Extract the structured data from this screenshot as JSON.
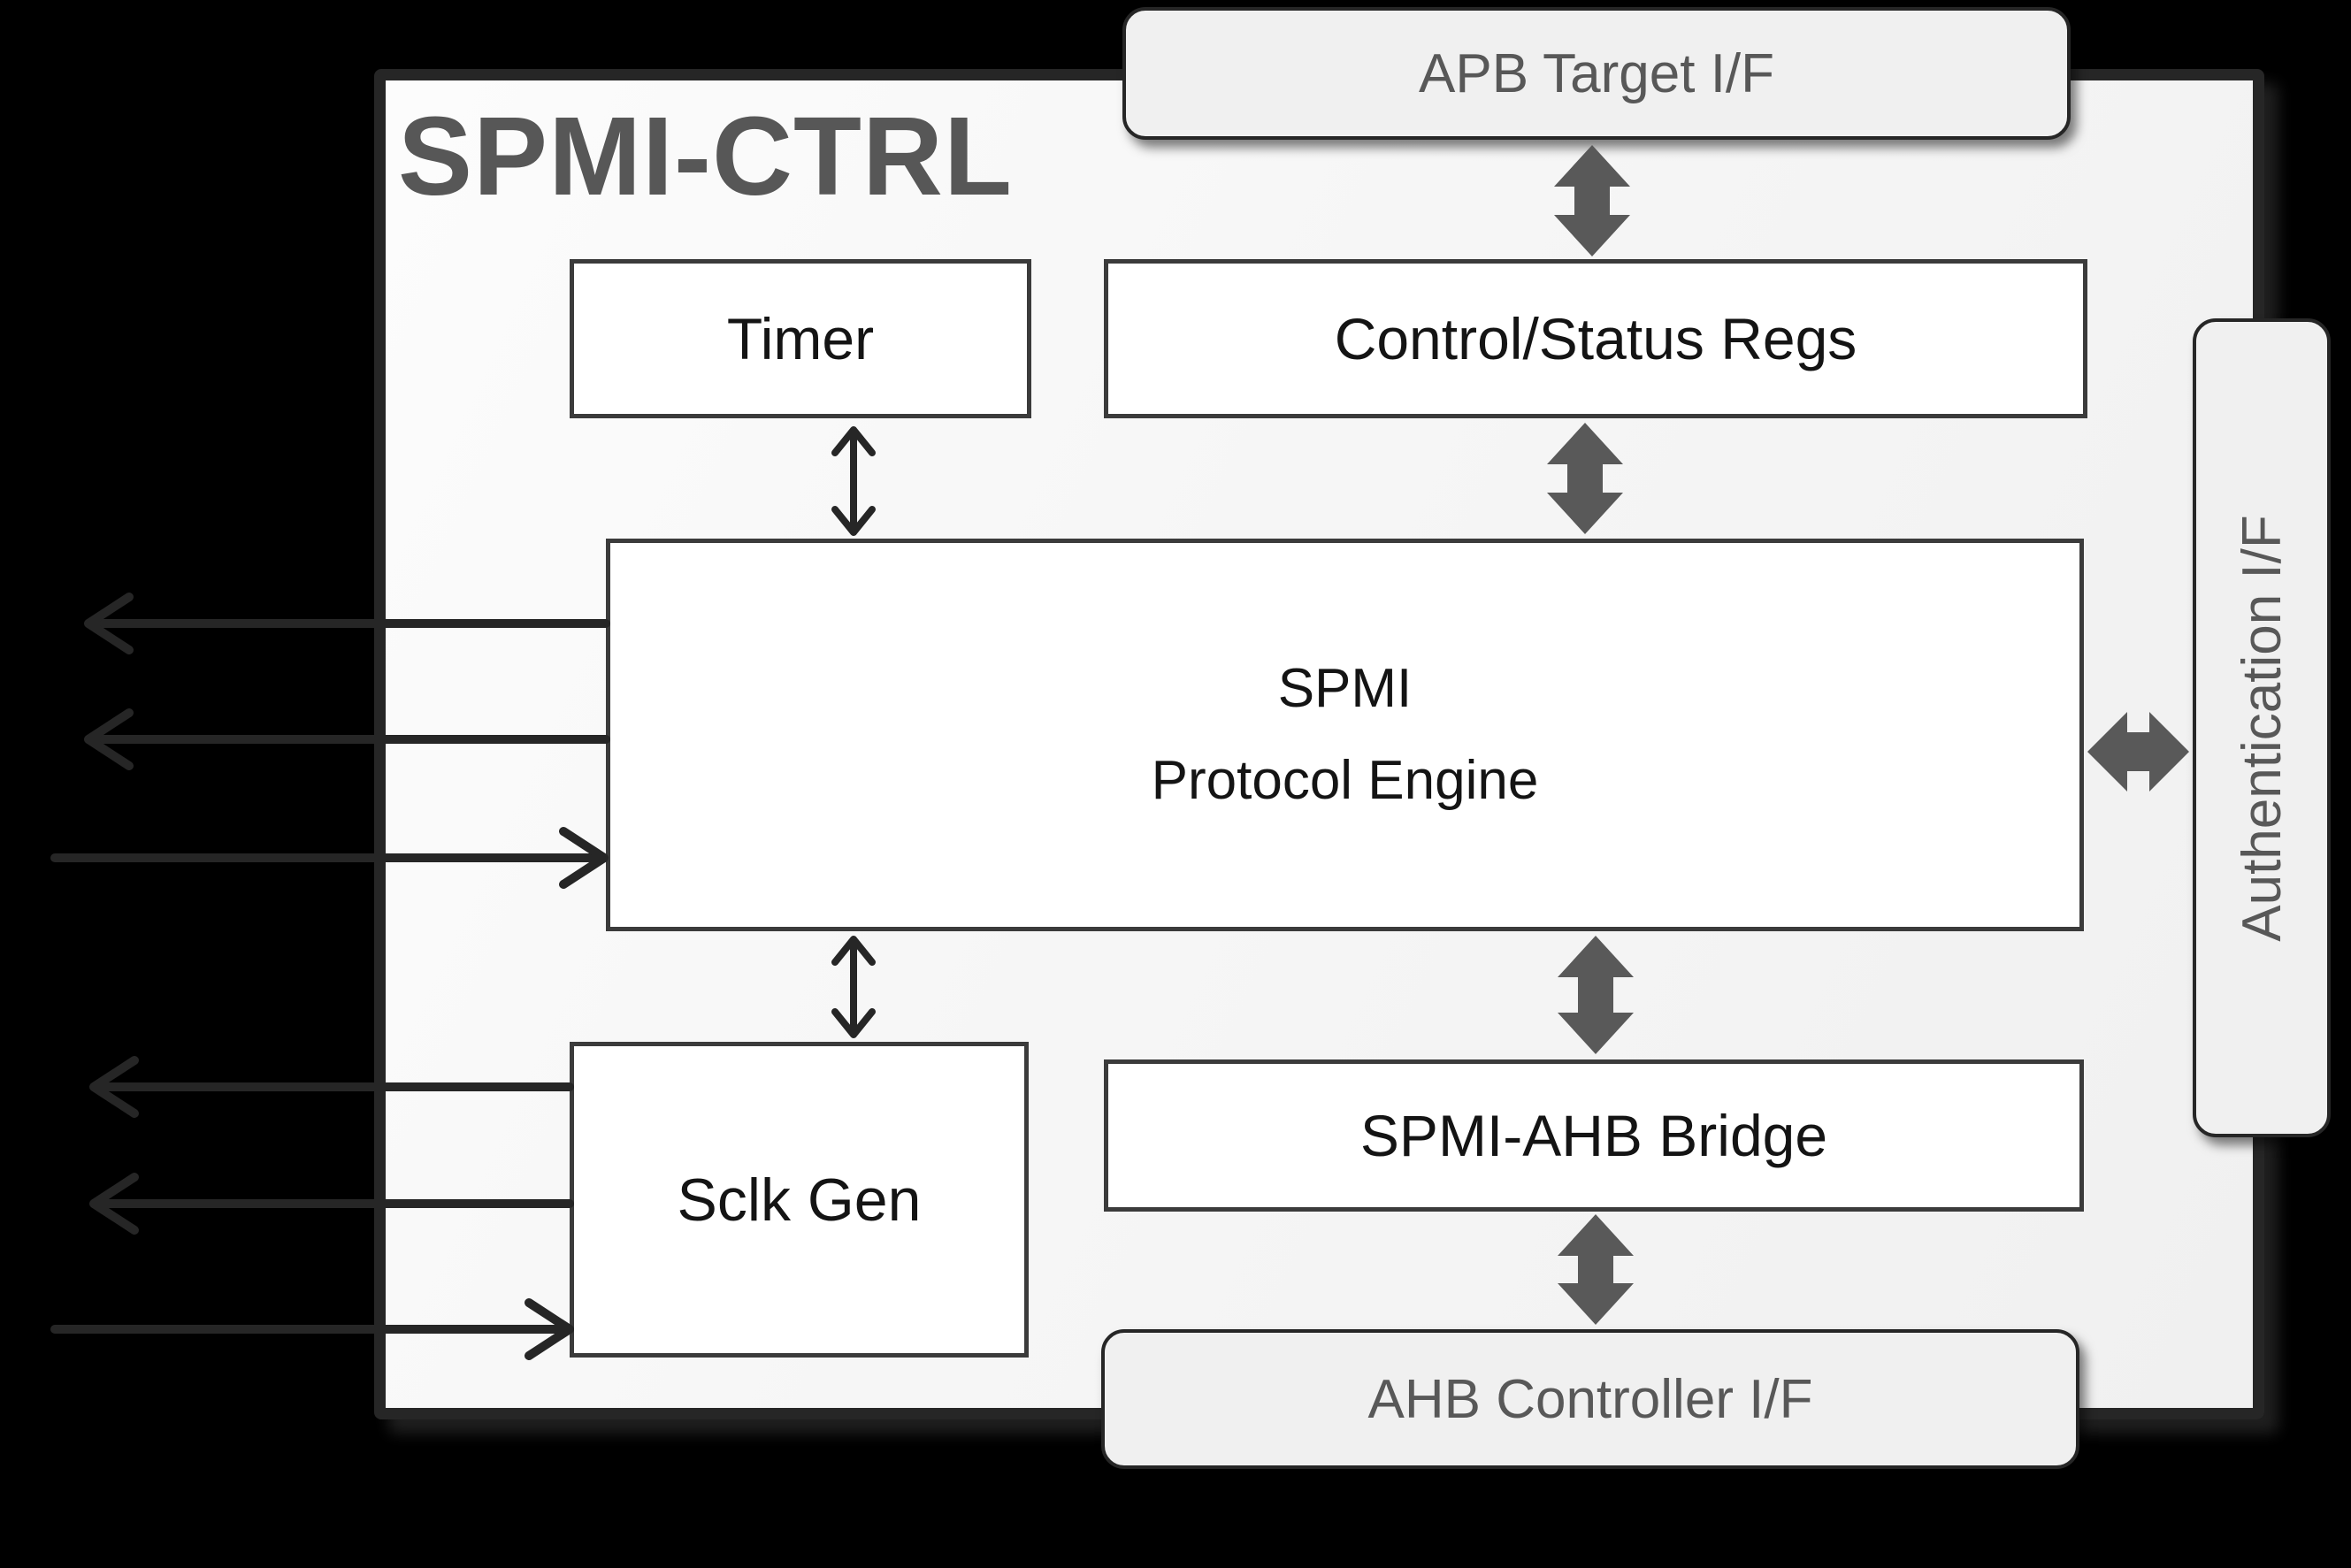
{
  "diagram": {
    "title": "SPMI-CTRL",
    "blocks": {
      "apb": {
        "label": "APB Target I/F"
      },
      "timer": {
        "label": "Timer"
      },
      "csr": {
        "label": "Control/Status Regs"
      },
      "engine": {
        "line1": "SPMI",
        "line2": "Protocol Engine"
      },
      "sclk": {
        "label": "Sclk Gen"
      },
      "bridge": {
        "label": "SPMI-AHB Bridge"
      },
      "ahb": {
        "label": "AHB Controller I/F"
      },
      "auth": {
        "label": "Authentication I/F"
      }
    },
    "colors": {
      "background": "#000000",
      "panel_fill": "#f6f6f6",
      "panel_border": "#262626",
      "block_fill": "#ffffff",
      "block_border": "#3b3b3b",
      "interface_fill": "#f0f0f0",
      "interface_text": "#585858",
      "title_text": "#575757",
      "block_text": "#141414",
      "block_arrow": "#595959",
      "wire_arrow": "#262626"
    }
  }
}
